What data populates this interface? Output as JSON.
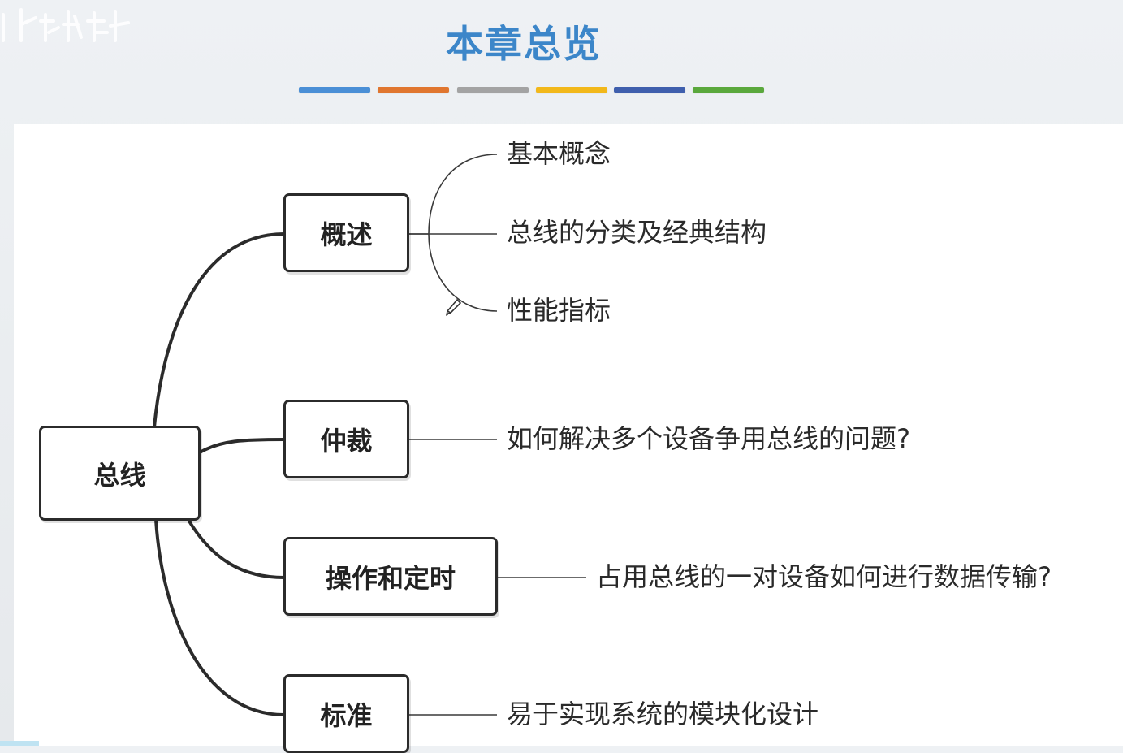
{
  "title": "本章总览",
  "watermark_text": "王道考研",
  "color_bars": [
    "#4a8fd6",
    "#e0762f",
    "#a3a3a3",
    "#f2b81a",
    "#3f5fad",
    "#5aa83c"
  ],
  "mindmap": {
    "root": "总线",
    "branches": [
      {
        "label": "概述",
        "leaves": [
          "基本概念",
          "总线的分类及经典结构",
          "性能指标"
        ]
      },
      {
        "label": "仲裁",
        "leaves": [
          "如何解决多个设备争用总线的问题?"
        ]
      },
      {
        "label": "操作和定时",
        "leaves": [
          "占用总线的一对设备如何进行数据传输?"
        ]
      },
      {
        "label": "标准",
        "leaves": [
          "易于实现系统的模块化设计"
        ]
      }
    ]
  },
  "icons": {
    "cursor": "pencil-icon"
  }
}
